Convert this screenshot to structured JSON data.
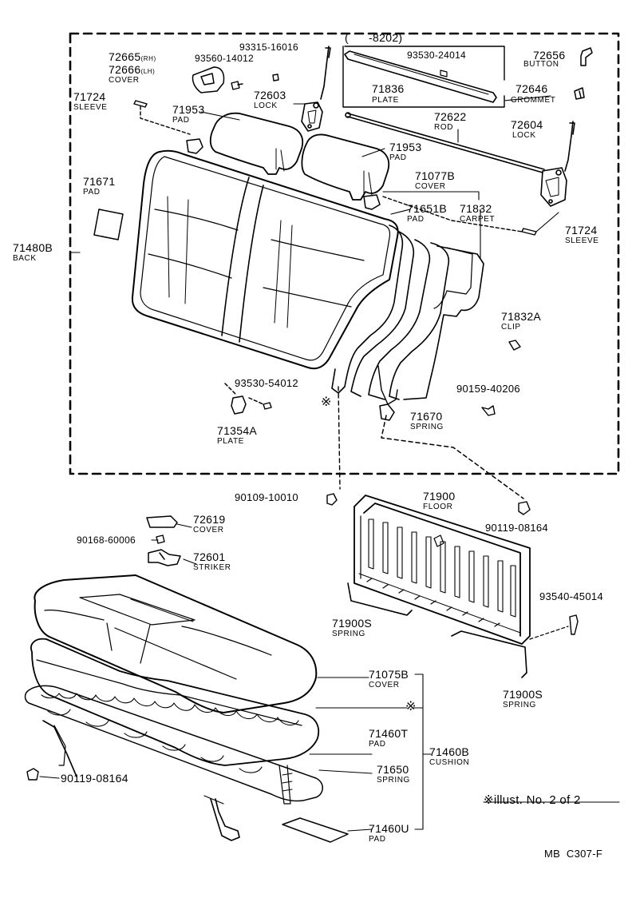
{
  "parts": {
    "p72665": {
      "number": "72665",
      "suffix": "(RH)"
    },
    "p72666": {
      "number": "72666",
      "suffix": "(LH)",
      "name": "COVER"
    },
    "p93560_14012": {
      "number": "93560-14012"
    },
    "p93315_16016": {
      "number": "93315-16016"
    },
    "p72603": {
      "number": "72603",
      "name": "LOCK"
    },
    "p8202": {
      "text": "(      -8202)"
    },
    "p93530_24014": {
      "number": "93530-24014"
    },
    "p71836": {
      "number": "71836",
      "name": "PLATE"
    },
    "p72656": {
      "number": "72656",
      "name": "BUTTON"
    },
    "p72646": {
      "number": "72646",
      "name": "GROMMET"
    },
    "p71724_left": {
      "number": "71724",
      "name": "SLEEVE"
    },
    "p71953_left": {
      "number": "71953",
      "name": "PAD"
    },
    "p72622": {
      "number": "72622",
      "name": "ROD"
    },
    "p72604": {
      "number": "72604",
      "name": "LOCK"
    },
    "p71953_right": {
      "number": "71953",
      "name": "PAD"
    },
    "p71671": {
      "number": "71671",
      "name": "PAD"
    },
    "p71077B": {
      "number": "71077B",
      "name": "COVER"
    },
    "p71651B": {
      "number": "71651B",
      "name": "PAD"
    },
    "p71832": {
      "number": "71832",
      "name": "CARPET"
    },
    "p71724_right": {
      "number": "71724",
      "name": "SLEEVE"
    },
    "p71480B": {
      "number": "71480B",
      "name": "BACK"
    },
    "p71832A": {
      "number": "71832A",
      "name": "CLIP"
    },
    "p93530_54012": {
      "number": "93530-54012"
    },
    "p90159_40206": {
      "number": "90159-40206"
    },
    "p71670": {
      "number": "71670",
      "name": "SPRING"
    },
    "p71354A": {
      "number": "71354A",
      "name": "PLATE"
    },
    "p90109_10010": {
      "number": "90109-10010"
    },
    "p71900": {
      "number": "71900",
      "name": "FLOOR"
    },
    "p90119_08164_top": {
      "number": "90119-08164"
    },
    "p72619": {
      "number": "72619",
      "name": "COVER"
    },
    "p90168_60006": {
      "number": "90168-60006"
    },
    "p72601": {
      "number": "72601",
      "name": "STRIKER"
    },
    "p93540_45014": {
      "number": "93540-45014"
    },
    "p71900S_left": {
      "number": "71900S",
      "name": "SPRING"
    },
    "p71075B": {
      "number": "71075B",
      "name": "COVER"
    },
    "p71900S_right": {
      "number": "71900S",
      "name": "SPRING"
    },
    "p71460T": {
      "number": "71460T",
      "name": "PAD"
    },
    "p71460B": {
      "number": "71460B",
      "name": "CUSHION"
    },
    "p90119_08164_bottom": {
      "number": "90119-08164"
    },
    "p71650": {
      "number": "71650",
      "name": "SPRING"
    },
    "p71460U": {
      "number": "71460U",
      "name": "PAD"
    }
  },
  "marks": {
    "asterisk": "※",
    "illust_note": "※illust. No. 2 of 2",
    "drawing_code": "MB  C307-F"
  }
}
